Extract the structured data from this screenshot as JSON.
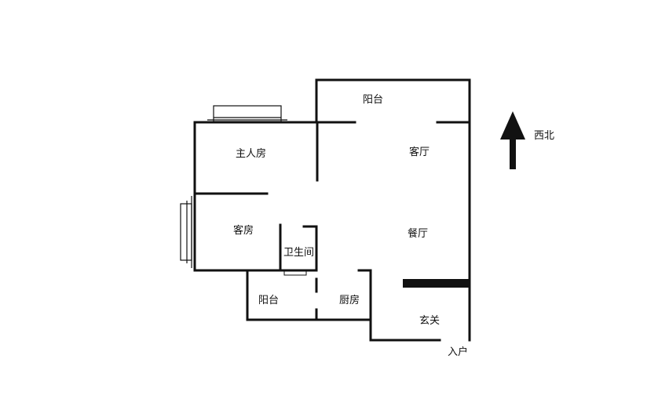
{
  "rooms": {
    "balcony_top": "阳台",
    "living_room": "客厅",
    "master_bedroom": "主人房",
    "guest_room": "客房",
    "bathroom": "卫生间",
    "dining_room": "餐厅",
    "balcony_bottom": "阳台",
    "kitchen": "厨房",
    "entrance_hall": "玄关"
  },
  "entry_label": "入户",
  "compass": {
    "label": "西北",
    "icon": "arrow-up-icon"
  },
  "colors": {
    "wall": "#111111",
    "background": "#ffffff"
  }
}
